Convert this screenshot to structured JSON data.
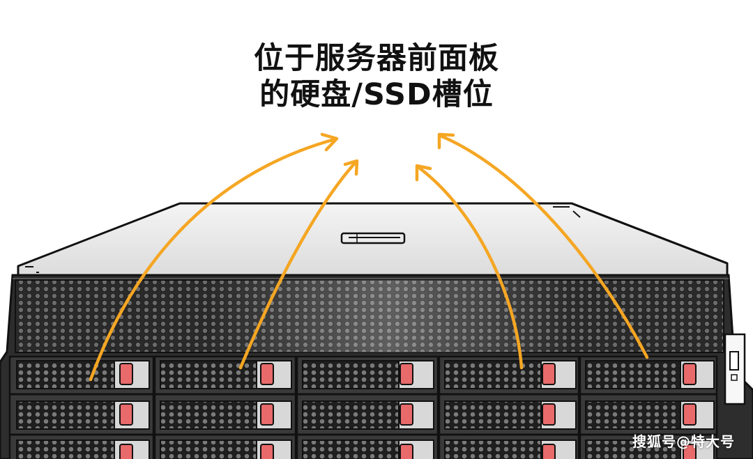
{
  "caption": {
    "line1": "位于服务器前面板",
    "line2": "的硬盘/SSD槽位"
  },
  "watermark": "搜狐号@特大号",
  "colors": {
    "arrow": "#f5a623",
    "server_top": "#e8e8e8",
    "server_body": "#2e2e2e",
    "drive_latch": "#e86a6a",
    "outline": "#111111"
  },
  "illustration": {
    "subject": "rack server front view",
    "drive_columns": 5,
    "drive_rows_visible": 3,
    "arrows": 4
  }
}
